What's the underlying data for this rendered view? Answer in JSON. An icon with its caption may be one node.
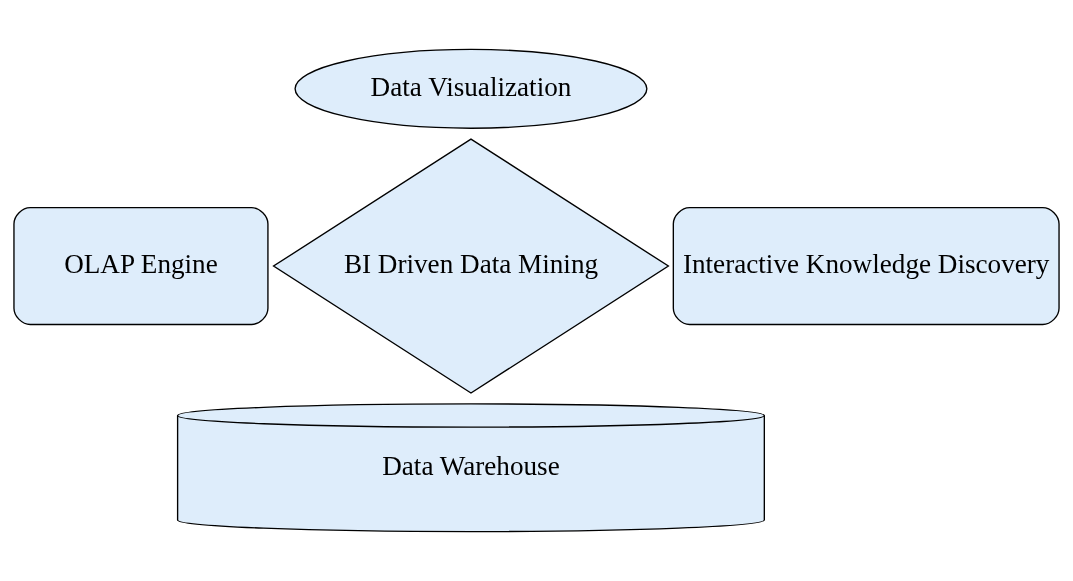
{
  "diagram": {
    "nodes": [
      {
        "text": [
          "Data Visualization"
        ]
      },
      {
        "text": [
          "OLAP Engine"
        ]
      },
      {
        "text": [
          "BI Driven Data Mining"
        ]
      },
      {
        "text": [
          "Interactive Knowledge Discovery"
        ]
      },
      {
        "text": [
          "Data Warehouse"
        ]
      }
    ]
  }
}
